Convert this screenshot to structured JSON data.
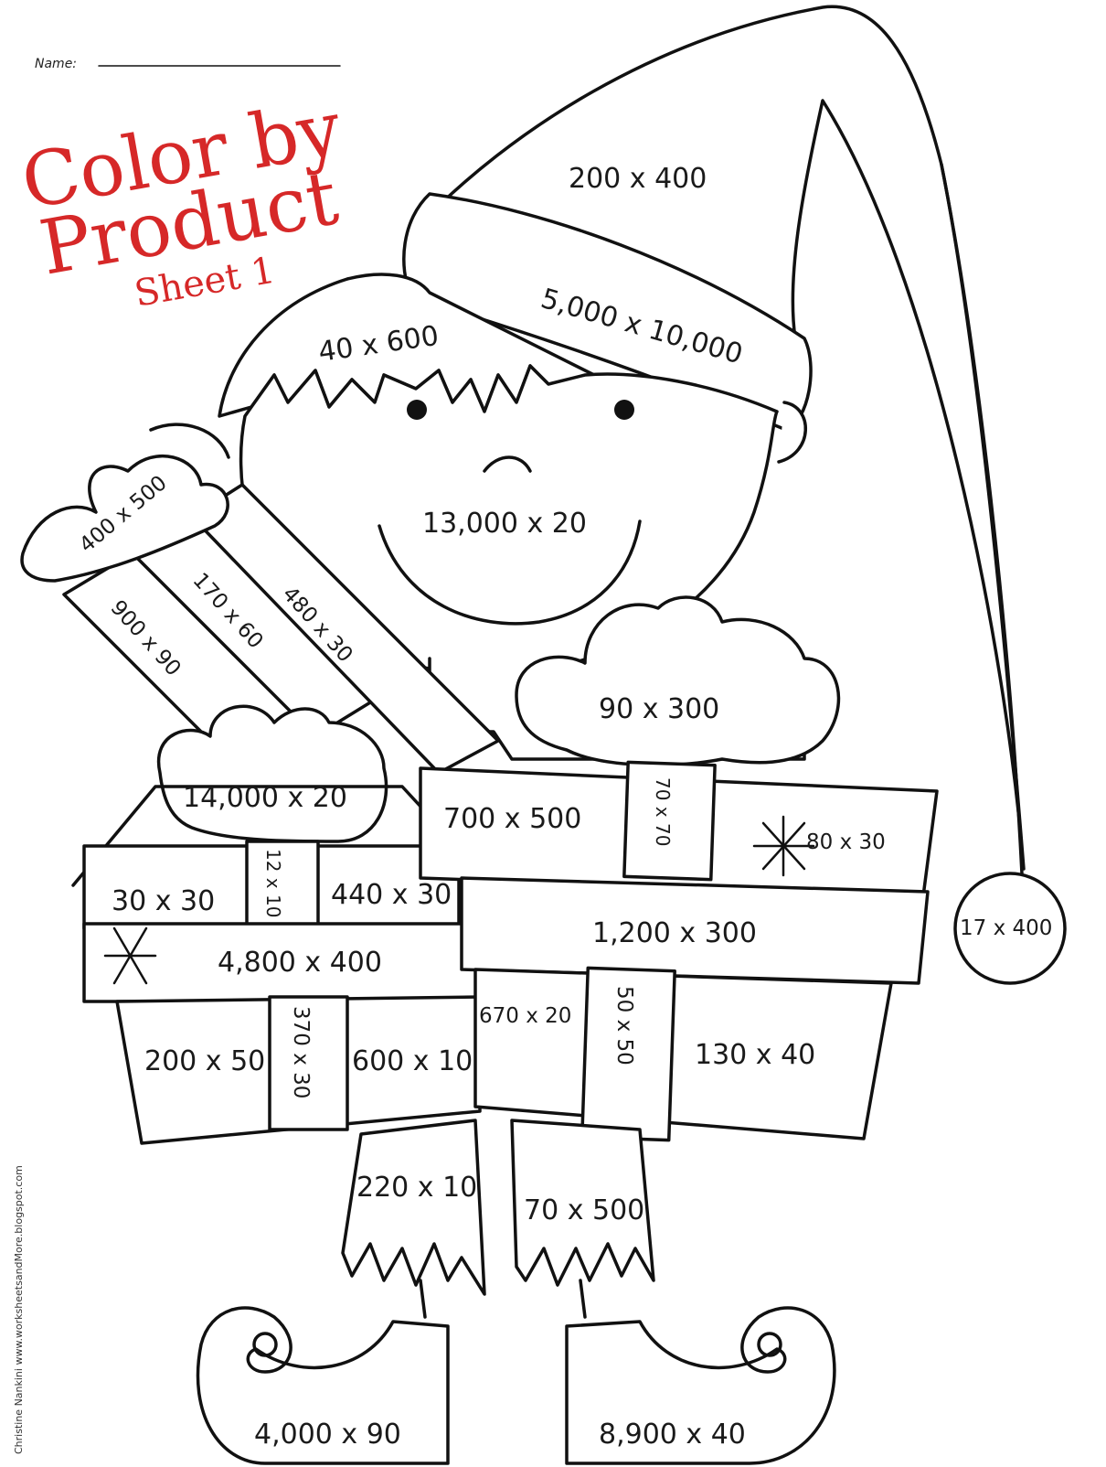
{
  "header": {
    "name_label": "Name:",
    "title_line1": "Color by",
    "title_line2": "Product",
    "title_line3": "Sheet 1",
    "title_color": "#d62828"
  },
  "credit": {
    "text": "Christine Nankini   www.worksheetsandMore.blogspot.com"
  },
  "problems": {
    "hat_top": "200 x 400",
    "hat_band": "5,000 x 10,000",
    "hair": "40 x 600",
    "face": "13,000 x 20",
    "bow_left": "400 x 500",
    "stick_a": "900 x 90",
    "stick_b": "170 x 60",
    "stick_c": "480 x 30",
    "hand_right": "90 x  300",
    "hand_left": "14,000 x 20",
    "left_box_lid_a": "30 x 30",
    "left_box_lid_ribbon": "12 x 10",
    "left_box_lid_b": "440 x 30",
    "left_box_band": "4,800 x 400",
    "left_box_body_a": "200 x 50",
    "left_box_body_ribbon": "370 x 30",
    "left_box_body_b": "600 x 10",
    "right_box_lid_a": "700 x 500",
    "right_box_lid_ribbon": "70 x 70",
    "right_box_lid_b": "80 x 30",
    "right_box_band": "1,200 x 300",
    "right_box_body_a": "670 x 20",
    "right_box_body_ribbon": "50 x 50",
    "right_box_body_b": "130 x 40",
    "pompom": "17 x 400",
    "leg_left": "220 x 10",
    "leg_right": "70 x 500",
    "shoe_left": "4,000 x 90",
    "shoe_right": "8,900 x 40"
  }
}
